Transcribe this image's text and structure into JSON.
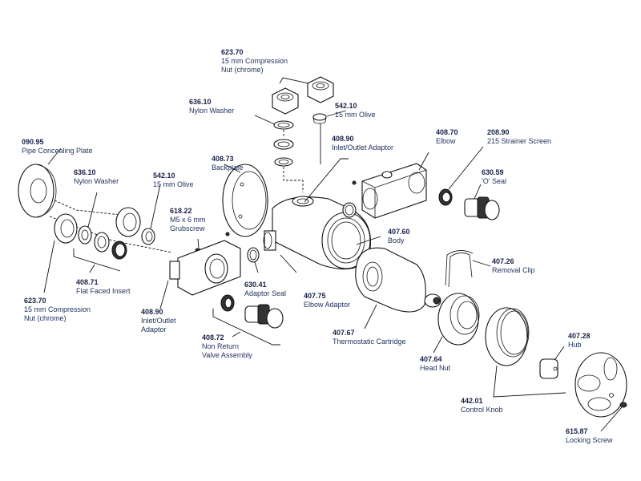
{
  "diagram": {
    "parts": [
      {
        "id": "p1",
        "code": "623.70",
        "name": [
          "15 mm Compression",
          "Nut (chrome)"
        ]
      },
      {
        "id": "p2",
        "code": "636.10",
        "name": [
          "Nylon Washer"
        ]
      },
      {
        "id": "p3",
        "code": "542.10",
        "name": [
          "15 mm Olive"
        ]
      },
      {
        "id": "p4",
        "code": "090.95",
        "name": [
          "Pipe Concealing Plate"
        ]
      },
      {
        "id": "p5",
        "code": "408.73",
        "name": [
          "Backplate"
        ]
      },
      {
        "id": "p6",
        "code": "408.90",
        "name": [
          "Inlet/Outlet Adaptor"
        ]
      },
      {
        "id": "p7",
        "code": "408.70",
        "name": [
          "Elbow"
        ]
      },
      {
        "id": "p8",
        "code": "208.90",
        "name": [
          "215 Strainer Screen"
        ]
      },
      {
        "id": "p9",
        "code": "636.10",
        "name": [
          "Nylon Washer"
        ]
      },
      {
        "id": "p10",
        "code": "542.10",
        "name": [
          "15 mm Olive"
        ]
      },
      {
        "id": "p11",
        "code": "630.59",
        "name": [
          "'O' Seal"
        ]
      },
      {
        "id": "p12",
        "code": "618.22",
        "name": [
          "M5 x 6 mm",
          "Grubscrew"
        ]
      },
      {
        "id": "p13",
        "code": "407.60",
        "name": [
          "Body"
        ]
      },
      {
        "id": "p14",
        "code": "407.26",
        "name": [
          "Removal Clip"
        ]
      },
      {
        "id": "p15",
        "code": "408.71",
        "name": [
          "Flat Faced Insert"
        ]
      },
      {
        "id": "p16",
        "code": "630.41",
        "name": [
          "Adaptor Seal"
        ]
      },
      {
        "id": "p17",
        "code": "407.75",
        "name": [
          "Elbow Adaptor"
        ]
      },
      {
        "id": "p18",
        "code": "623.70",
        "name": [
          "15 mm Compression",
          "Nut (chrome)"
        ]
      },
      {
        "id": "p19",
        "code": "408.90",
        "name": [
          "Inlet/Outlet",
          "Adaptor"
        ]
      },
      {
        "id": "p20",
        "code": "407.67",
        "name": [
          "Thermostatic Cartridge"
        ]
      },
      {
        "id": "p21",
        "code": "407.28",
        "name": [
          "Hub"
        ]
      },
      {
        "id": "p22",
        "code": "408.72",
        "name": [
          "Non Return",
          "Valve Assembly"
        ]
      },
      {
        "id": "p23",
        "code": "407.64",
        "name": [
          "Head Nut"
        ]
      },
      {
        "id": "p24",
        "code": "442.01",
        "name": [
          "Control Knob"
        ]
      },
      {
        "id": "p25",
        "code": "615.87",
        "name": [
          "Locking Screw"
        ]
      }
    ]
  }
}
